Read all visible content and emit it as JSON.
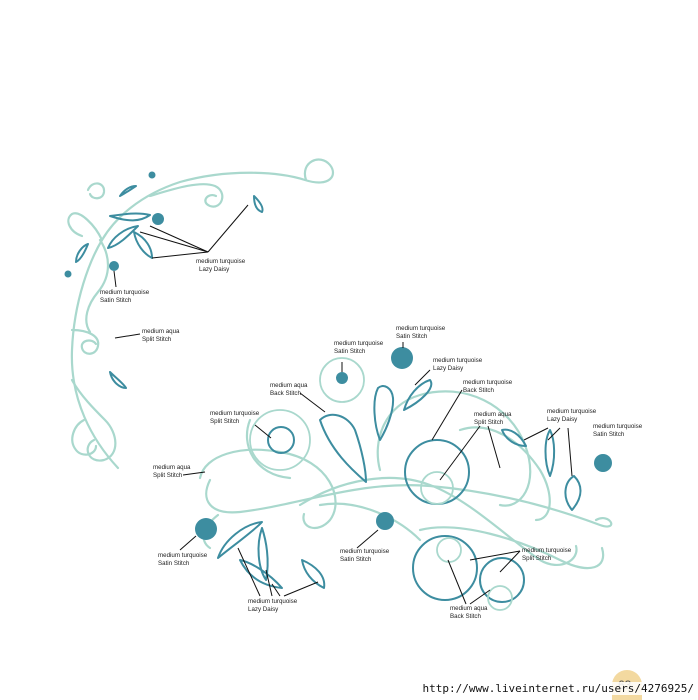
{
  "labels": {
    "l1": [
      "medium turquoise",
      "Lazy Daisy"
    ],
    "l2": [
      "medium turquoise",
      "Satin Stitch"
    ],
    "l3": [
      "medium aqua",
      "Split Stitch"
    ],
    "l4": [
      "medium turquoise",
      "Satin Stitch"
    ],
    "l5": [
      "medium turquoise",
      "Satin Stitch"
    ],
    "l6": [
      "medium turquoise",
      "Lazy Daisy"
    ],
    "l7": [
      "medium turquoise",
      "Back Stitch"
    ],
    "l8": [
      "medium aqua",
      "Back Stitch"
    ],
    "l9": [
      "medium turquoise",
      "Split Stitch"
    ],
    "l10": [
      "medium aqua",
      "Split Stitch"
    ],
    "l11": [
      "medium turquoise",
      "Lazy Daisy"
    ],
    "l12": [
      "medium turquoise",
      "Satin Stitch"
    ],
    "l13": [
      "medium aqua",
      "Split Stitch"
    ],
    "l14": [
      "medium turquoise",
      "Satin Stitch"
    ],
    "l15": [
      "medium turquoise",
      "Satin Stitch"
    ],
    "l16": [
      "medium turquoise",
      "Split Stitch"
    ],
    "l17": [
      "medium turquoise",
      "Lazy Daisy"
    ],
    "l18": [
      "medium aqua",
      "Back Stitch"
    ]
  },
  "page_number": "63",
  "watermark": "http://www.liveinternet.ru/users/4276925/",
  "colors": {
    "medium_aqua": "#a9d8cd",
    "medium_turquoise": "#3d8da0"
  }
}
